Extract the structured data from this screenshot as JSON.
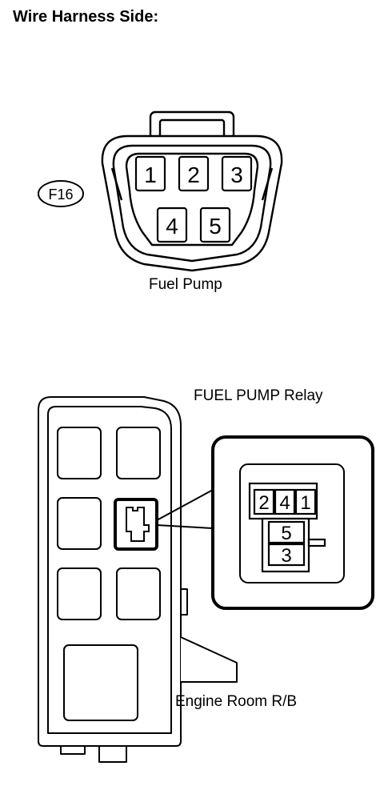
{
  "header": {
    "title": "Wire Harness Side:"
  },
  "connector_id": "F16",
  "fuel_pump": {
    "caption": "Fuel Pump",
    "pins": [
      "1",
      "2",
      "3",
      "4",
      "5"
    ]
  },
  "relay": {
    "caption": "FUEL PUMP Relay",
    "top_pins": [
      "2",
      "4",
      "1"
    ],
    "lower_pins": [
      "5",
      "3"
    ]
  },
  "relay_block": {
    "caption": "Engine Room R/B"
  },
  "colors": {
    "line": "#000000",
    "background": "#ffffff"
  }
}
